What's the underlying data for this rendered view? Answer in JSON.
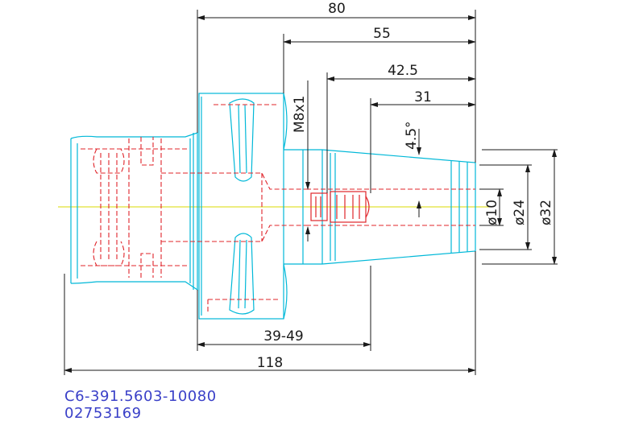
{
  "dimensions": {
    "overall_length_short": "80",
    "shank_length": "55",
    "length_42_5": "42.5",
    "length_31": "31",
    "thread": "M8x1",
    "taper_angle": "4.5°",
    "bore_d10": "ø10",
    "dia_24": "ø24",
    "dia_32": "ø32",
    "clamp_range": "39-49",
    "total_length": "118"
  },
  "part_info": {
    "part_number": "C6-391.5603-10080",
    "item_code": "02753169"
  },
  "colors": {
    "outline": "#00b8d8",
    "hidden": "#e0242a",
    "dimension": "#1a1a1a",
    "centerline": "#d8d800",
    "label": "#3a40c8"
  }
}
